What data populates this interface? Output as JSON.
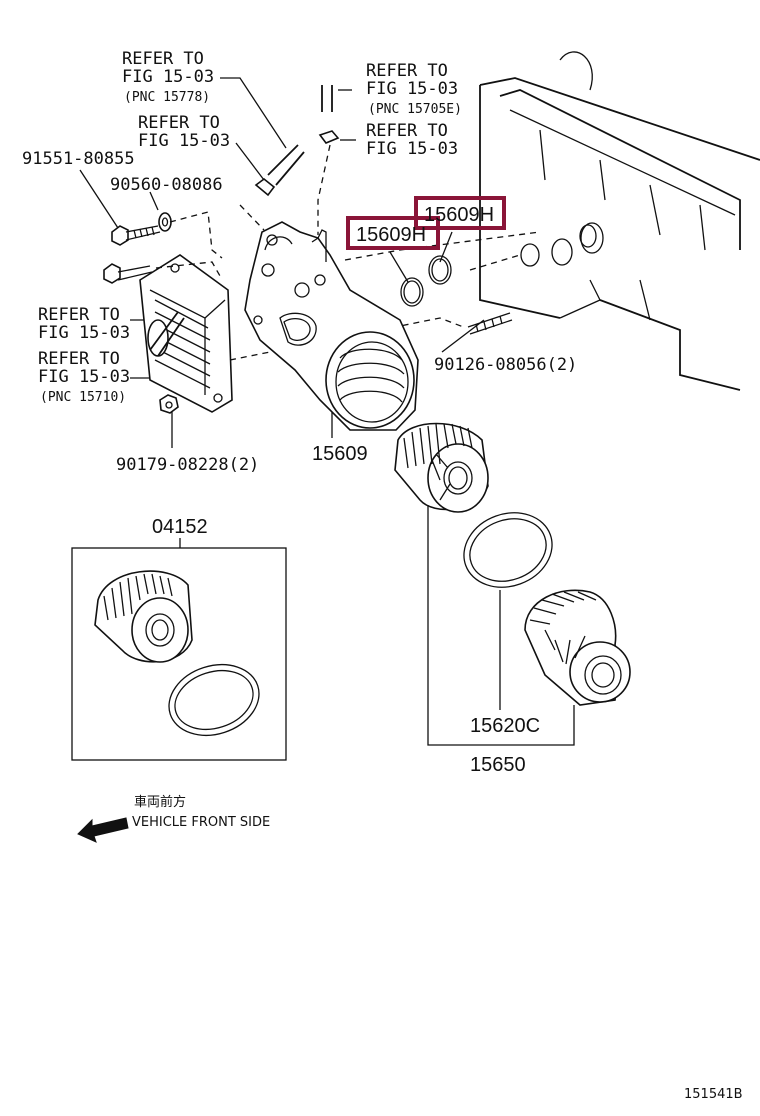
{
  "labels": {
    "ref1_l1": "REFER TO",
    "ref1_l2": "FIG 15-03",
    "ref1_l3": "(PNC 15778)",
    "ref2_l1": "REFER TO",
    "ref2_l2": "FIG 15-03",
    "ref3_l1": "REFER TO",
    "ref3_l2": "FIG 15-03",
    "ref3_l3": "(PNC 15705E)",
    "ref4_l1": "REFER TO",
    "ref4_l2": "FIG 15-03",
    "ref5_l1": "REFER TO",
    "ref5_l2": "FIG 15-03",
    "ref6_l1": "REFER TO",
    "ref6_l2": "FIG 15-03",
    "ref6_l3": "(PNC 15710)",
    "pn_91551": "91551-80855",
    "pn_90560": "90560-08086",
    "pn_90126": "90126-08056(2)",
    "pn_90179": "90179-08228(2)",
    "pn_15609": "15609",
    "pn_15609h_a": "15609H",
    "pn_15609h_b": "15609H",
    "pn_04152": "04152",
    "pn_15620c": "15620C",
    "pn_15650": "15650",
    "front_jp": "車両前方",
    "front_en": "VEHICLE FRONT SIDE",
    "diagram_id": "151541B"
  },
  "colors": {
    "highlight": "#8a1538",
    "ink": "#111111"
  },
  "icons": {
    "front_arrow": "arrow-left-icon"
  }
}
